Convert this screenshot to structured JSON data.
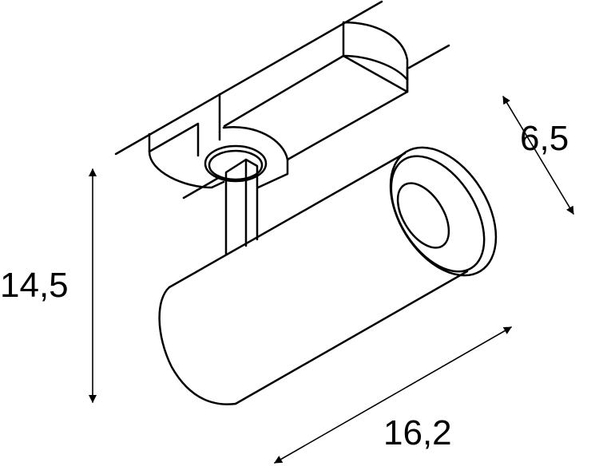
{
  "diagram": {
    "subject": "track spotlight line drawing",
    "colors": {
      "line": "#000000",
      "background": "#ffffff"
    },
    "dimensions": {
      "height": {
        "label": "14,5",
        "orientation": "vertical"
      },
      "depth": {
        "label": "6,5",
        "orientation": "diagonal"
      },
      "length": {
        "label": "16,2",
        "orientation": "diagonal"
      }
    }
  }
}
